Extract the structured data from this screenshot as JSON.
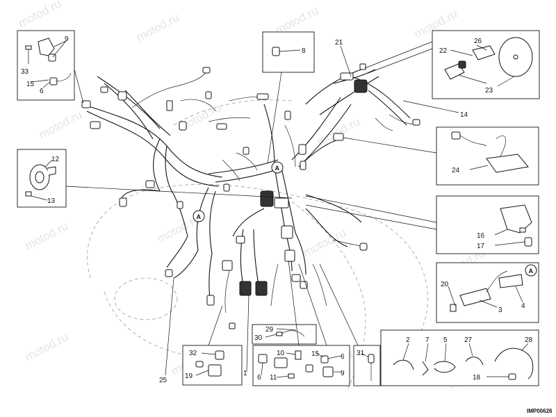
{
  "diagram": {
    "code": "IMP00626",
    "watermark": "motod.ru",
    "detail_mark": "A",
    "callouts": [
      {
        "id": "c33",
        "text": "33"
      },
      {
        "id": "c15a",
        "text": "15"
      },
      {
        "id": "c6a",
        "text": "6"
      },
      {
        "id": "c9a",
        "text": "9"
      },
      {
        "id": "c8",
        "text": "8"
      },
      {
        "id": "c21",
        "text": "21"
      },
      {
        "id": "c26",
        "text": "26"
      },
      {
        "id": "c22",
        "text": "22"
      },
      {
        "id": "c23",
        "text": "23"
      },
      {
        "id": "c14",
        "text": "14"
      },
      {
        "id": "c12",
        "text": "12"
      },
      {
        "id": "c13",
        "text": "13"
      },
      {
        "id": "c24",
        "text": "24"
      },
      {
        "id": "c16",
        "text": "16"
      },
      {
        "id": "c17",
        "text": "17"
      },
      {
        "id": "c20",
        "text": "20"
      },
      {
        "id": "c3",
        "text": "3"
      },
      {
        "id": "c4",
        "text": "4"
      },
      {
        "id": "c29",
        "text": "29"
      },
      {
        "id": "c30",
        "text": "30"
      },
      {
        "id": "c32",
        "text": "32"
      },
      {
        "id": "c19",
        "text": "19"
      },
      {
        "id": "c10",
        "text": "10"
      },
      {
        "id": "c15b",
        "text": "15"
      },
      {
        "id": "c6b",
        "text": "6"
      },
      {
        "id": "c6c",
        "text": "6"
      },
      {
        "id": "c11",
        "text": "11"
      },
      {
        "id": "c9b",
        "text": "9"
      },
      {
        "id": "c31",
        "text": "31"
      },
      {
        "id": "c2",
        "text": "2"
      },
      {
        "id": "c7",
        "text": "7"
      },
      {
        "id": "c5",
        "text": "5"
      },
      {
        "id": "c27",
        "text": "27"
      },
      {
        "id": "c28",
        "text": "28"
      },
      {
        "id": "c18",
        "text": "18"
      },
      {
        "id": "c25",
        "text": "25"
      },
      {
        "id": "c1",
        "text": "1"
      }
    ]
  }
}
